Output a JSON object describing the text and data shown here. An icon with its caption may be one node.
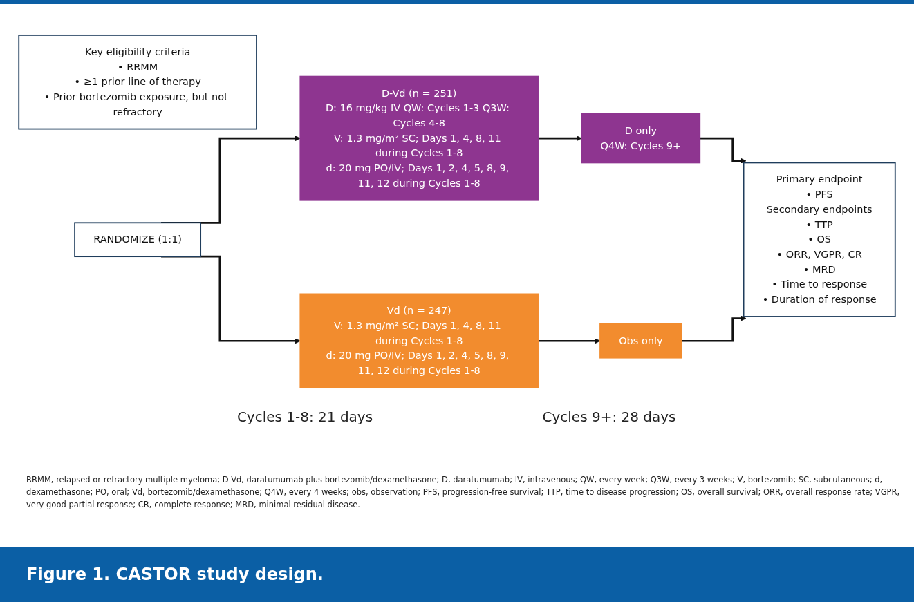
{
  "diagram": {
    "caption": "Figure 1. CASTOR study design.",
    "nodes": [
      {
        "text": [
          "Key eligibility criteria",
          "• RRMM",
          "• ≥1 prior line of therapy",
          "• Prior bortezomib exposure, but not refractory"
        ]
      },
      {
        "text": [
          "RANDOMIZE (1:1)"
        ]
      },
      {
        "text": [
          "D-Vd (n = 251)",
          "D: 16 mg/kg IV QW: Cycles 1-3 Q3W: Cycles 4-8",
          "V: 1.3 mg/m² SC; Days 1, 4, 8, 11 during Cycles 1-8",
          "d: 20 mg PO/IV; Days 1, 2, 4, 5, 8, 9, 11, 12 during Cycles 1-8"
        ]
      },
      {
        "text": [
          "Vd (n = 247)",
          "V: 1.3 mg/m² SC; Days 1, 4, 8, 11 during Cycles 1-8",
          "d: 20 mg PO/IV; Days 1, 2, 4, 5, 8, 9, 11, 12 during Cycles 1-8"
        ]
      },
      {
        "text": [
          "D only",
          "Q4W: Cycles 9+"
        ]
      },
      {
        "text": [
          "Obs only"
        ]
      },
      {
        "text": [
          "Primary endpoint",
          "• PFS",
          "Secondary endpoints",
          "• TTP",
          "• OS",
          "• ORR, VGPR, CR",
          "• MRD",
          "• Time to response",
          "• Duration of response"
        ]
      }
    ],
    "edges": [
      {
        "from": 1,
        "to": 2,
        "arrow": "to"
      },
      {
        "from": 1,
        "to": 3,
        "arrow": "to"
      },
      {
        "from": 2,
        "to": 4,
        "arrow": "to"
      },
      {
        "from": 3,
        "to": 5,
        "arrow": "to"
      },
      {
        "from": 4,
        "to": 6,
        "arrow": "to"
      },
      {
        "from": 5,
        "to": 6,
        "arrow": "to"
      }
    ],
    "labels": [
      "Cycles 1-8: 21 days",
      "Cycles 9+: 28 days",
      "RRMM, relapsed or refractory multiple myeloma; D-Vd, daratumumab plus bortezomib/dexamethasone; D, daratumumab; IV, intravenous; QW, every week; Q3W, every 3 weeks; V, bortezomib; SC, subcutaneous; d, dexamethasone; PO, oral; Vd, bortezomib/dexamethasone; Q4W, every 4 weeks; obs, observation; PFS, progression-free survival; TTP, time to disease progression; OS, overall survival; ORR, overall response rate; VGPR, very good partial response; CR, complete response; MRD, minimal residual disease."
    ]
  }
}
